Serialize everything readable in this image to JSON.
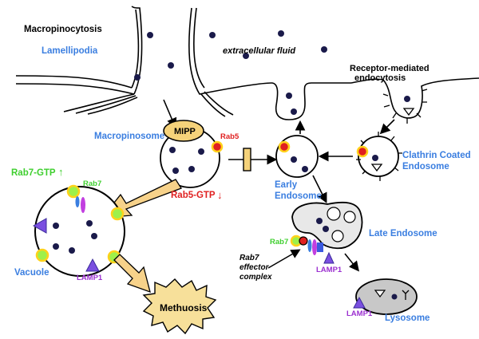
{
  "labels": {
    "macropinocytosis": "Macropinocytosis",
    "lamellipodia": "Lamellipodia",
    "extracellular_fluid": "extracellular fluid",
    "receptor_mediated_1": "Receptor-mediated",
    "receptor_mediated_2": "endocytosis",
    "macropinosome": "Macropinosome",
    "mipp": "MIPP",
    "rab5": "Rab5",
    "rab5_gtp": "Rab5-GTP",
    "rab7_gtp": "Rab7-GTP",
    "rab7_vacuole": "Rab7",
    "early_endosome_1": "Early",
    "early_endosome_2": "Endosome",
    "clathrin_1": "Clathrin Coated",
    "clathrin_2": "Endosome",
    "late_endosome": "Late Endosome",
    "rab7_late": "Rab7",
    "effector_1": "Rab7",
    "effector_2": "effector",
    "effector_3": "complex",
    "lamp1_late": "LAMP1",
    "lamp1_vacuole": "LAMP1",
    "lamp1_lysosome": "LAMP1",
    "vacuole": "Vacuole",
    "methuosis": "Methuosis",
    "lysosome": "Lysosome",
    "arrow_up": "↑",
    "arrow_down": "↓"
  },
  "colors": {
    "blue_label": "#3a7ee0",
    "red_label": "#e02020",
    "green_label": "#3fcf2f",
    "purple_label": "#9b2fd0",
    "dot": "#1a1a4a",
    "mipp_fill": "#f5d27a",
    "arrow_fill": "#f7d28a",
    "late_endosome_fill": "#e8e8e8",
    "lysosome_fill": "#c8c8c8",
    "rab5_fill": "#e02020",
    "rab5_ring": "#ffd21a",
    "rab7_fill": "#9ef04a"
  }
}
